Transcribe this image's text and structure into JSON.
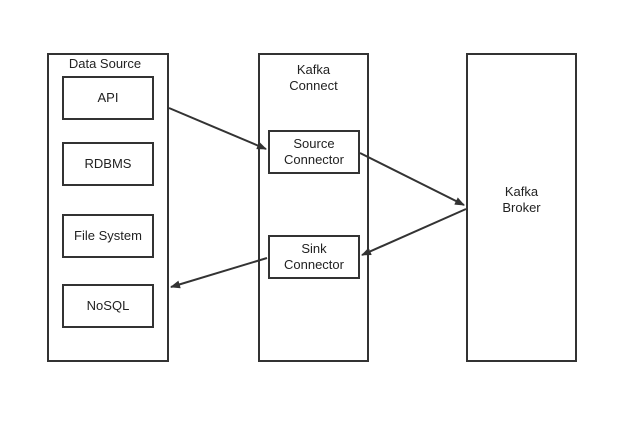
{
  "data_source": {
    "title": "Data Source",
    "items": [
      "API",
      "RDBMS",
      "File System",
      "NoSQL"
    ]
  },
  "kafka_connect": {
    "title": "Kafka\nConnect",
    "source_connector": "Source\nConnector",
    "sink_connector": "Sink\nConnector"
  },
  "kafka_broker": {
    "title": "Kafka\nBroker"
  },
  "colors": {
    "stroke": "#333333",
    "text": "#222222",
    "background": "#ffffff"
  }
}
